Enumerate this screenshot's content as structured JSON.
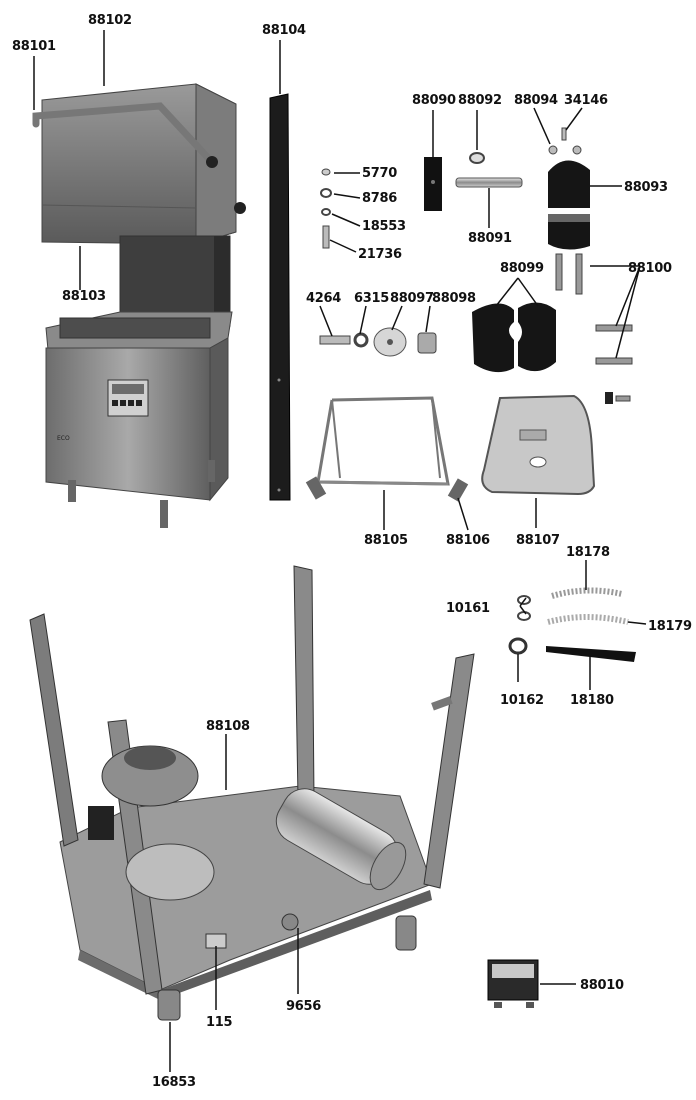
{
  "figure": {
    "description_role": "exploded parts diagram",
    "labels": {
      "p88101": "88101",
      "p88102": "88102",
      "p88103": "88103",
      "p88104": "88104",
      "p5770": "5770",
      "p8786": "8786",
      "p18553": "18553",
      "p21736": "21736",
      "p88090": "88090",
      "p88092": "88092",
      "p88094": "88094",
      "p34146": "34146",
      "p88093": "88093",
      "p88091": "88091",
      "p88099": "88099",
      "p88100": "88100",
      "p4264": "4264",
      "p6315": "6315",
      "p88097": "88097",
      "p88098": "88098",
      "p88105": "88105",
      "p88106": "88106",
      "p88107": "88107",
      "p18178": "18178",
      "p10161": "10161",
      "p18179": "18179",
      "p10162": "10162",
      "p18180": "18180",
      "p88108": "88108",
      "p115": "115",
      "p9656": "9656",
      "p16853": "16853",
      "p88010": "88010"
    },
    "machine_badge": "ECO"
  }
}
